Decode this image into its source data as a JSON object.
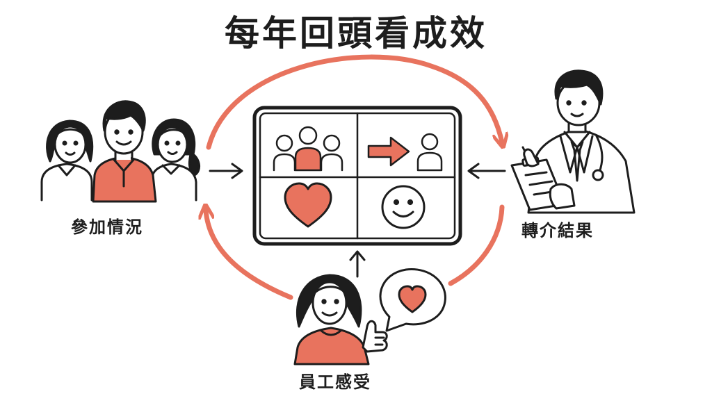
{
  "title": "每年回頭看成效",
  "nodes": {
    "participation": {
      "label": "參加情況",
      "icon": "group-of-three-people-icon"
    },
    "referral": {
      "label": "轉介結果",
      "icon": "doctor-with-clipboard-icon"
    },
    "staff": {
      "label": "員工感受",
      "icon": "employee-thumbs-up-icon"
    }
  },
  "dashboard": {
    "panels": [
      "people-group-icon",
      "arrow-to-person-icon",
      "heart-icon",
      "smiley-face-icon"
    ]
  },
  "colors": {
    "accent": "#E8735E",
    "ink": "#1d1d1d",
    "background": "#ffffff"
  }
}
